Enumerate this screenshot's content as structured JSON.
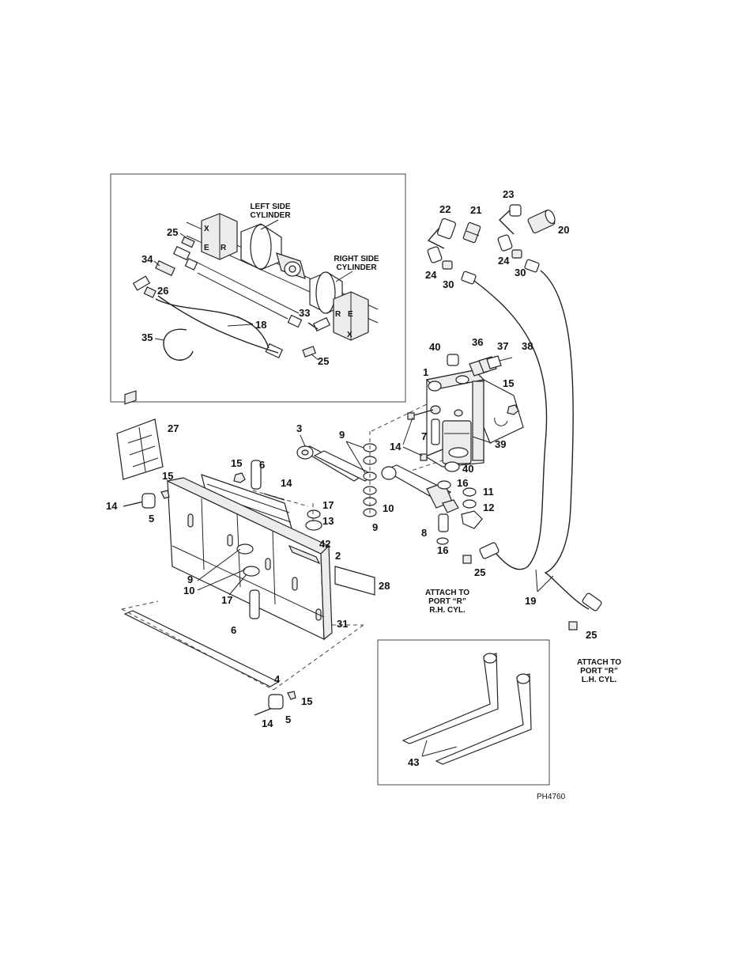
{
  "figure_id": "PH4760",
  "inset_top": {
    "left_cylinder_label": [
      "LEFT SIDE",
      "CYLINDER"
    ],
    "right_cylinder_label": [
      "RIGHT SIDE",
      "CYLINDER"
    ],
    "port_letters": [
      "X",
      "E",
      "R",
      "R",
      "E",
      "X"
    ],
    "callouts": [
      "25",
      "34",
      "26",
      "18",
      "35",
      "33",
      "25"
    ]
  },
  "main": {
    "callouts": [
      "22",
      "21",
      "23",
      "20",
      "24",
      "30",
      "24",
      "30",
      "40",
      "36",
      "37",
      "38",
      "1",
      "15",
      "14",
      "7",
      "39",
      "40",
      "3",
      "9",
      "16",
      "11",
      "12",
      "8",
      "16",
      "10",
      "9",
      "27",
      "15",
      "6",
      "14",
      "15",
      "14",
      "5",
      "17",
      "13",
      "42",
      "2",
      "9",
      "10",
      "17",
      "28",
      "6",
      "31",
      "4",
      "15",
      "14",
      "5",
      "25",
      "19",
      "25"
    ],
    "attach_rh": [
      "ATTACH TO",
      "PORT “R”",
      "R.H. CYL."
    ],
    "attach_lh": [
      "ATTACH TO",
      "PORT “R”",
      "L.H. CYL."
    ]
  },
  "inset_forks": {
    "callout": "43"
  }
}
